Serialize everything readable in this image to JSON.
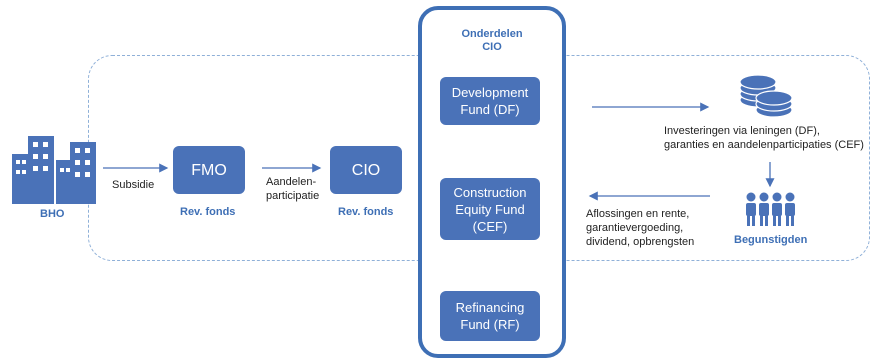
{
  "bho": {
    "label": "BHO"
  },
  "flow": {
    "subsidie": "Subsidie",
    "aandelen_line1": "Aandelen-",
    "aandelen_line2": "participatie"
  },
  "fmo": {
    "label": "FMO",
    "sublabel": "Rev. fonds"
  },
  "cio": {
    "label": "CIO",
    "sublabel": "Rev. fonds"
  },
  "onderdelen": {
    "title_line1": "Onderdelen",
    "title_line2": "CIO",
    "funds": [
      {
        "line1": "Development",
        "line2": "Fund (DF)",
        "line3": ""
      },
      {
        "line1": "Construction",
        "line2": "Equity Fund",
        "line3": "(CEF)"
      },
      {
        "line1": "Refinancing",
        "line2": "Fund (RF)",
        "line3": ""
      }
    ]
  },
  "investeringen": {
    "line1": "Investeringen via leningen (DF),",
    "line2": "garanties en aandelenparticipaties (CEF)"
  },
  "aflossingen": {
    "line1": "Aflossingen en rente,",
    "line2": "garantievergoeding,",
    "line3": "dividend, opbrengsten"
  },
  "begunstigden": {
    "label": "Begunstigden"
  },
  "colors": {
    "accent": "#3e6fb5",
    "box": "#4a72b8",
    "dashed": "#8fb0d8"
  },
  "icons": {
    "buildings": "buildings-icon",
    "coins": "coins-icon",
    "people": "people-icon"
  }
}
